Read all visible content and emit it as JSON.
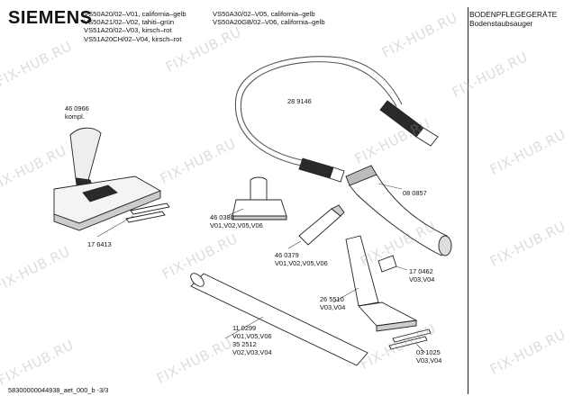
{
  "brand": "SIEMENS",
  "models_col1": [
    "VS50A20/02–V01, california–gelb",
    "VS50A21/02–V02, tahiti–grün",
    "VS51A20/02–V03, kirsch–rot",
    "VS51A20CH/02–V04, kirsch–rot"
  ],
  "models_col2": [
    "VS50A30/02–V05, california–gelb",
    "VS50A20GB/02–V06, california–gelb"
  ],
  "category": {
    "line1": "BODENPFLEGEGERÄTE",
    "line2": "Bodenstaubsauger"
  },
  "parts": {
    "p460966": {
      "number": "46 0966",
      "note": "kompl."
    },
    "p289146": {
      "number": "28 9146"
    },
    "p080857": {
      "number": "08 0857"
    },
    "p460380": {
      "number": "46 0380",
      "variants": "V01,V02,V05,V06"
    },
    "p176413": {
      "number": "17 6413"
    },
    "p460379": {
      "number": "46 0379",
      "variants": "V01,V02,V05,V06"
    },
    "p170462": {
      "number": "17 0462",
      "variants": "V03,V04"
    },
    "p265510": {
      "number": "26 5510",
      "variants": "V03,V04"
    },
    "p110299": {
      "number": "11 0299",
      "variants": "V01,V05,V06"
    },
    "p352512": {
      "number": "35 2512",
      "variants": "V02,V03,V04"
    },
    "p031025": {
      "number": "03 1025",
      "variants": "V03,V04"
    }
  },
  "footer": "58300000044938_aet_000_b -3/3",
  "watermark": "FIX-HUB.RU"
}
